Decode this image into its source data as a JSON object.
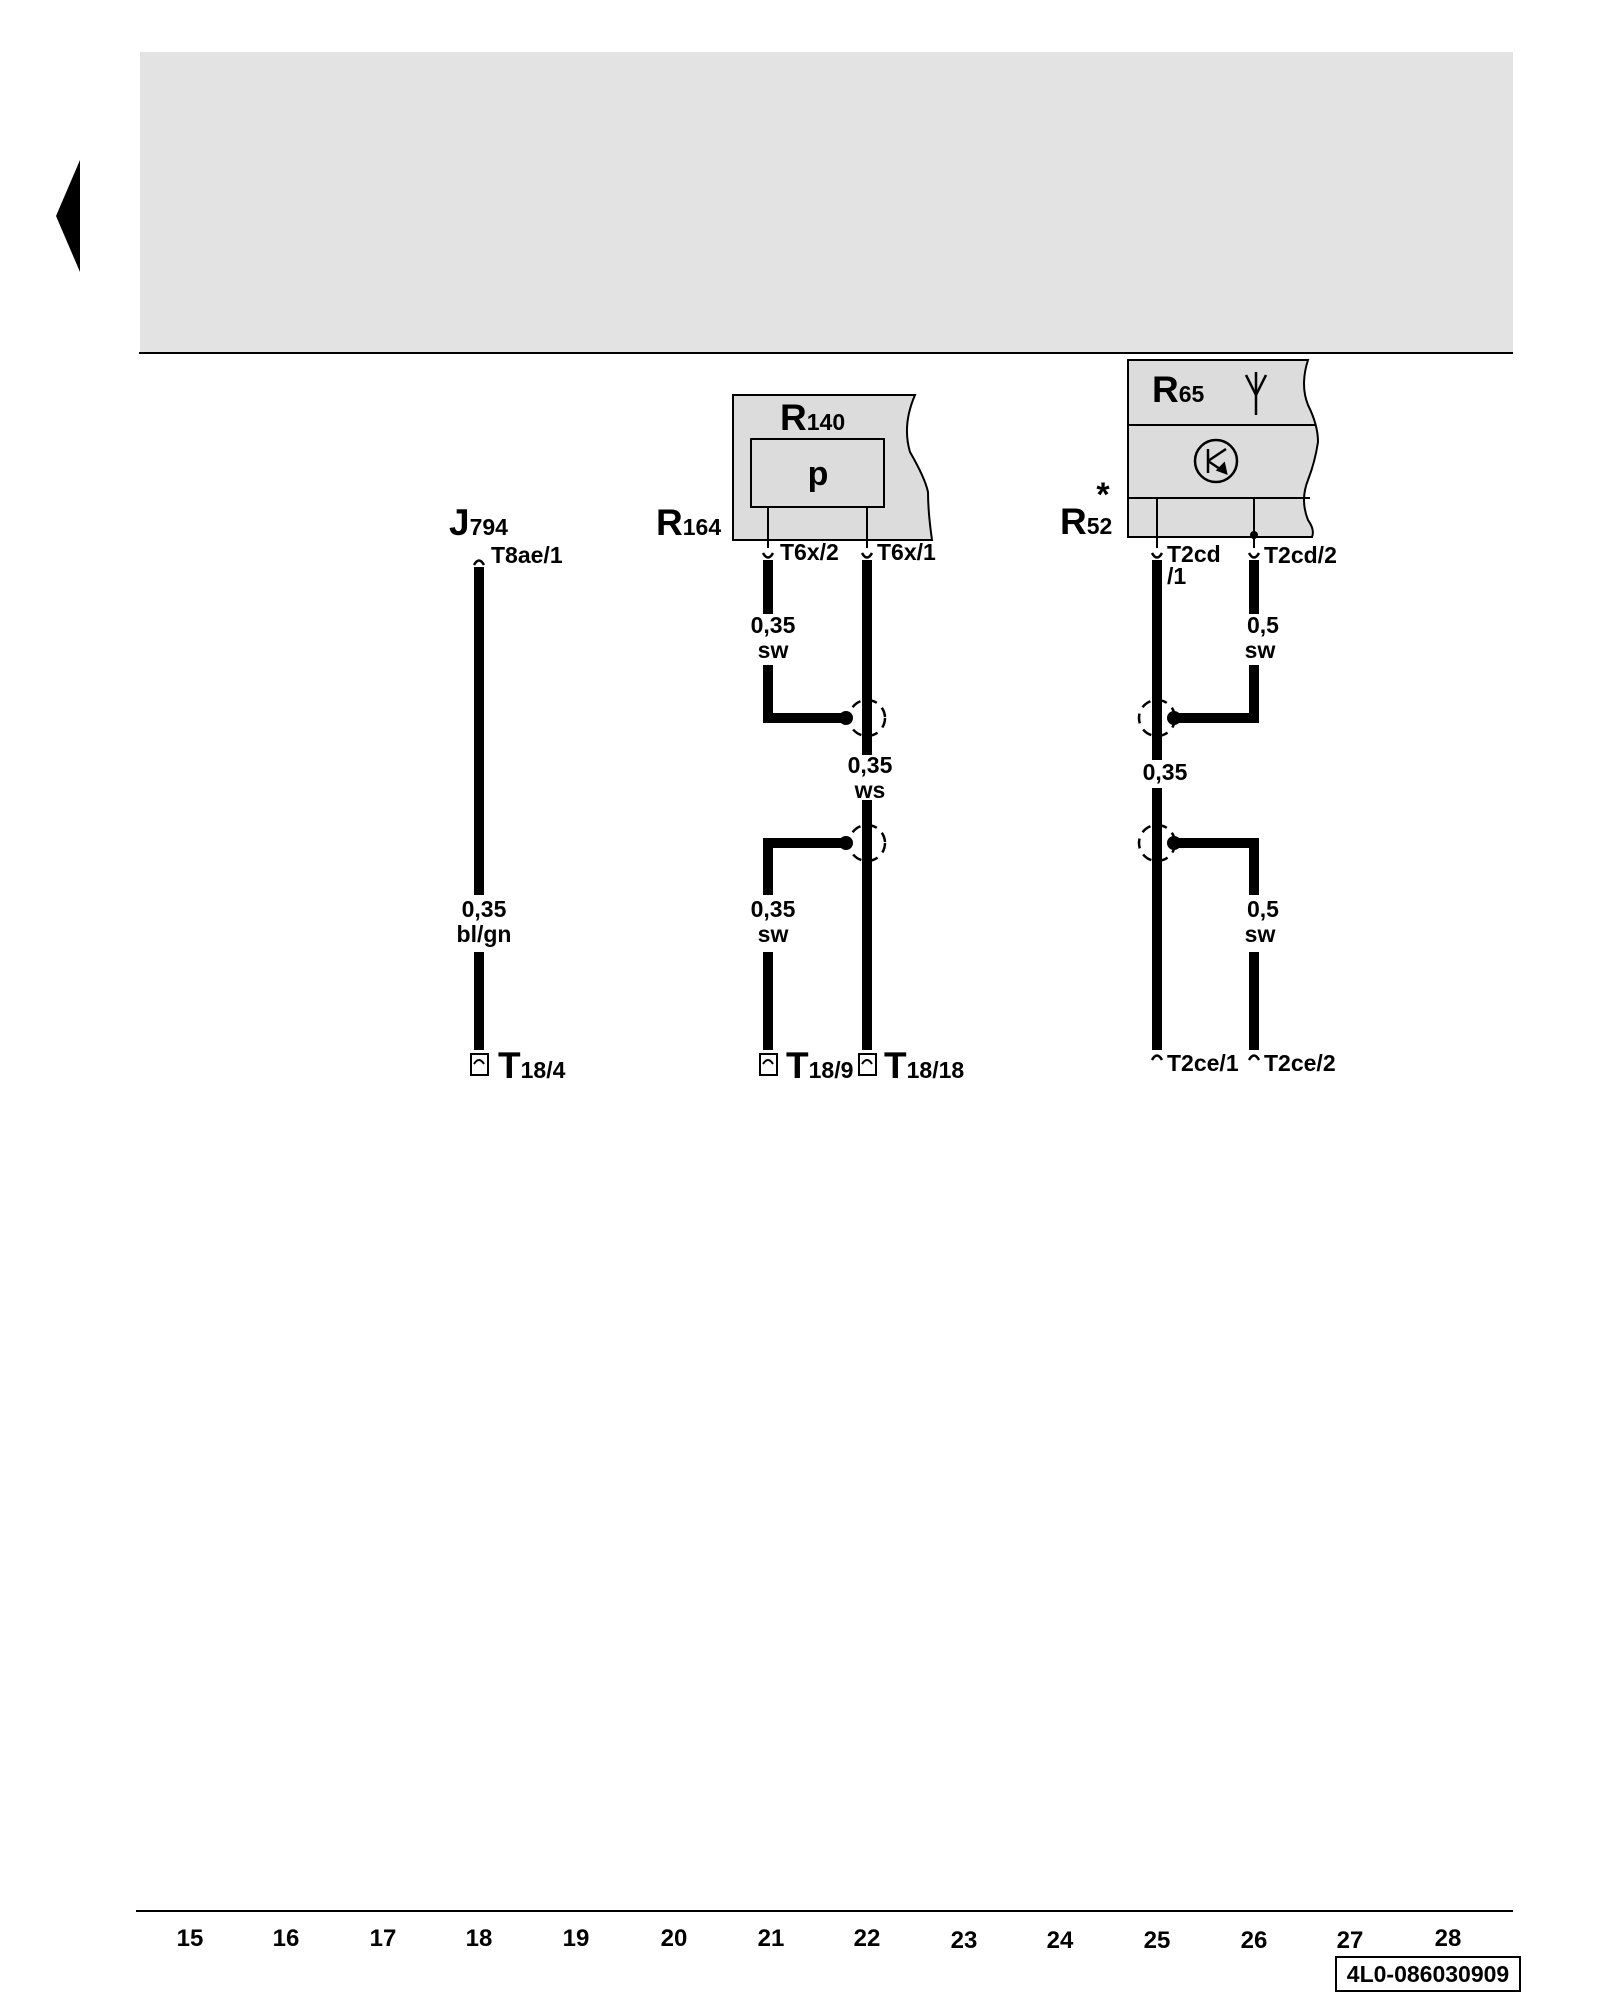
{
  "colors": {
    "header_fill": "#e3e3e3",
    "box_fill": "#dcdcdc",
    "wire": "#000000"
  },
  "components": {
    "j794": {
      "letter": "J",
      "num": "794",
      "pin": "T8ae/1"
    },
    "r140": {
      "letter": "R",
      "num": "140",
      "symbol": "p"
    },
    "r164": {
      "letter": "R",
      "num": "164",
      "pin_left": "T6x/2",
      "pin_right": "T6x/1"
    },
    "r65": {
      "letter": "R",
      "num": "65",
      "symbol_icon": "antenna-icon"
    },
    "r52": {
      "letter": "R",
      "num": "52",
      "note": "*",
      "pin_left_a": "T2cd",
      "pin_left_b": "/1",
      "pin_right": "T2cd/2",
      "symbol_icon": "camera-sensor-icon"
    }
  },
  "wires": {
    "w18": {
      "size": "0,35",
      "color": "bl/gn"
    },
    "w21_top": {
      "size": "0,35",
      "color": "sw"
    },
    "w22": {
      "size": "0,35",
      "color": "ws"
    },
    "w21_bottom": {
      "size": "0,35",
      "color": "sw"
    },
    "w26_top": {
      "size": "0,5",
      "color": "sw"
    },
    "w25": {
      "size": "0,35"
    },
    "w26_bottom": {
      "size": "0,5",
      "color": "sw"
    }
  },
  "connectors": {
    "t18_4": {
      "letter": "T",
      "num": "18/4"
    },
    "t18_9": {
      "letter": "T",
      "num": "18/9"
    },
    "t18_18": {
      "letter": "T",
      "num": "18/18"
    },
    "t2ce_1": {
      "label": "T2ce/1"
    },
    "t2ce_2": {
      "label": "T2ce/2"
    }
  },
  "footer": {
    "columns": [
      "15",
      "16",
      "17",
      "18",
      "19",
      "20",
      "21",
      "22",
      "23",
      "24",
      "25",
      "26",
      "27",
      "28"
    ],
    "ref": "4L0-086030909"
  }
}
